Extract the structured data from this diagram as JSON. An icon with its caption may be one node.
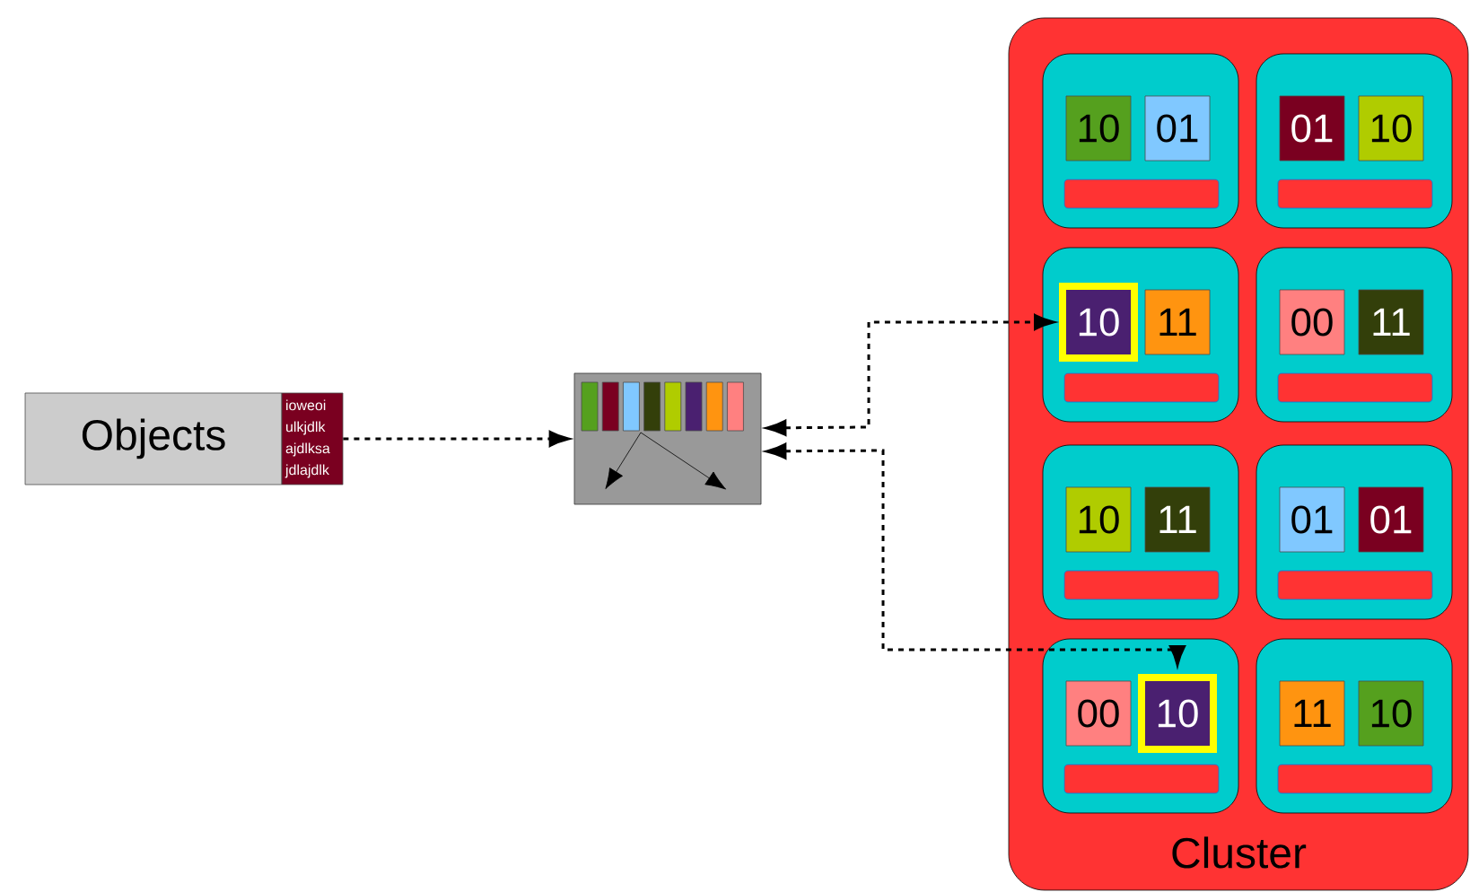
{
  "diagram": {
    "nodes": [
      {
        "text": [
          "Objects",
          "ioweoi ulkjdlk ajdlksa jdlajdlk"
        ]
      },
      {
        "text": [],
        "shape": "box"
      },
      {
        "text": [
          "Cluster"
        ]
      },
      {
        "text": [],
        "shape": "box",
        "in": 2
      },
      {
        "text": [],
        "shape": "box",
        "in": 2
      },
      {
        "text": [],
        "shape": "box",
        "in": 2
      },
      {
        "text": [],
        "shape": "box",
        "in": 2
      },
      {
        "text": [],
        "shape": "box",
        "in": 2
      },
      {
        "text": [],
        "shape": "box",
        "in": 2
      },
      {
        "text": [],
        "shape": "box",
        "in": 2
      },
      {
        "text": [],
        "shape": "box",
        "in": 2
      },
      {
        "text": [
          "10"
        ],
        "in": 3
      },
      {
        "text": [
          "01"
        ],
        "in": 3
      },
      {
        "text": [
          "01"
        ],
        "in": 4
      },
      {
        "text": [
          "10"
        ],
        "in": 4
      },
      {
        "text": [
          "10"
        ],
        "in": 5
      },
      {
        "text": [
          "11"
        ],
        "in": 5
      },
      {
        "text": [
          "00"
        ],
        "in": 6
      },
      {
        "text": [
          "11"
        ],
        "in": 6
      },
      {
        "text": [
          "10"
        ],
        "in": 7
      },
      {
        "text": [
          "11"
        ],
        "in": 7
      },
      {
        "text": [
          "01"
        ],
        "in": 8
      },
      {
        "text": [
          "01"
        ],
        "in": 8
      },
      {
        "text": [
          "00"
        ],
        "in": 9
      },
      {
        "text": [
          "10"
        ],
        "in": 9
      },
      {
        "text": [
          "11"
        ],
        "in": 10
      },
      {
        "text": [
          "10"
        ],
        "in": 10
      }
    ],
    "edges": [
      {
        "from": 0,
        "to": 1,
        "arrow": "to",
        "style": "dashed"
      },
      {
        "from": 1,
        "to": 15,
        "arrow": "both",
        "style": "dashed"
      },
      {
        "from": 1,
        "to": 24,
        "arrow": "both",
        "style": "dashed"
      }
    ]
  }
}
